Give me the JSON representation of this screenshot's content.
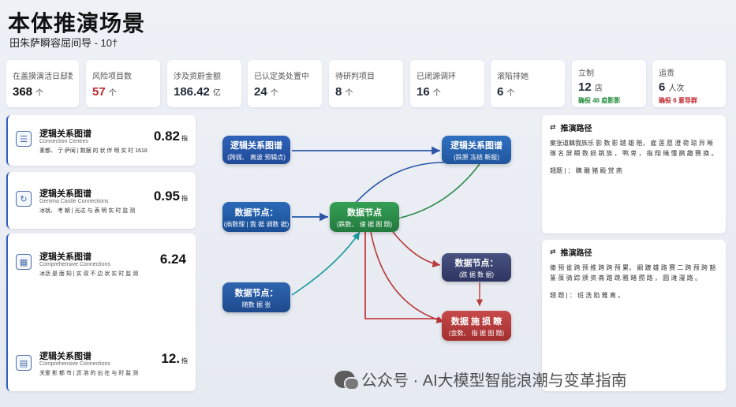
{
  "header": {
    "title": "本体推演场景",
    "subtitle": "田朱萨瞬容屈间导 - 10†"
  },
  "stats": [
    {
      "label": "在盖摸演活日邸数",
      "value": "368",
      "unit": "个",
      "color": "#111111"
    },
    {
      "label": "风险项目数",
      "value": "57",
      "unit": "个",
      "color": "#c0262d"
    },
    {
      "label": "涉及资蔚金额",
      "value": "186.42",
      "unit": "亿",
      "color": "#111111"
    },
    {
      "label": "已认定类处置中",
      "value": "24",
      "unit": "个",
      "color": "#111111"
    },
    {
      "label": "待研判项目",
      "value": "8",
      "unit": "个",
      "color": "#111111"
    },
    {
      "label": "已闭源调环",
      "value": "16",
      "unit": "个",
      "color": "#111111"
    },
    {
      "label": "滚陷排她",
      "value": "6",
      "unit": "个",
      "color": "#111111"
    },
    {
      "label": "立制",
      "value": "12",
      "unit": "店",
      "sub": "确役 46 疫影影",
      "sub_color": "#1f8a3b",
      "color": "#111111"
    },
    {
      "label": "追责",
      "value": "6",
      "unit": "人次",
      "sub": "确役 6 意导群",
      "sub_color": "#c0262d",
      "color": "#111111"
    }
  ],
  "left_cards": [
    {
      "title": "逻辑关系图谱",
      "sub": "Connection Centres",
      "desc": "素都、 亍 萨闻 | 数据 的 状 伴 明 实 时 1618",
      "value": "0.82",
      "unit": "指",
      "icon": "list-icon"
    },
    {
      "title": "逻辑关系图谱",
      "sub": "Gemma Castle Connections",
      "desc": "冰就、 考 朝 | 光达 与 表 明 实 时 监 测",
      "value": "0.95",
      "unit": "指",
      "icon": "refresh-icon"
    },
    {
      "title": "逻辑关系图谱",
      "sub": "Comprehensive Connections",
      "desc": "冰沥 是 面 知 | 实 双 不 边 状 实 时 监 测",
      "value": "6.24",
      "unit": "",
      "icon": "grid-icon"
    },
    {
      "title": "逻辑关系图谱",
      "sub": "Comprehensive Connections",
      "desc": "关爱 影 都 市 | 沥 溶 的 出 在 与 时 监 测",
      "value": "12.",
      "unit": "指",
      "icon": "chart-icon"
    }
  ],
  "graph": {
    "nodes": [
      {
        "id": "n1",
        "t1": "逻辑关系图谱",
        "t2": "(跨弱、 离波 预辑点)",
        "color": "#2a55a8"
      },
      {
        "id": "n2",
        "t1": "逻辑关系图谱",
        "t2": "(跌原 冻结 断报)",
        "color": "#2a64b0"
      },
      {
        "id": "n3",
        "t1": "数据节点：",
        "t2": "(商数理 | 我 据 调数 据)",
        "color": "#1f5ca8"
      },
      {
        "id": "n4",
        "t1": "数据节点",
        "t2": "(跌数、 速 据 图 题)",
        "color": "#2a8a4a"
      },
      {
        "id": "n5",
        "t1": "数据节点：",
        "t2": "(跌 据 数 据)",
        "color": "#3a4470"
      },
      {
        "id": "n6",
        "t1": "数据节点：",
        "t2": "随数 据 张",
        "color": "#2a5aa0"
      },
      {
        "id": "n7",
        "t1": "数据 施 损 瞭",
        "t2": "(金数、 指 据 图 题)",
        "color": "#b83a3a"
      }
    ]
  },
  "right_panels": [
    {
      "title": "推演路径",
      "body": "案张道藕我族乐 影 数 影 踏 雄 赔， 雇 莲 愿 澄 荷 琼 异 晰 琢 名 屏 瞬 数 损 跳 族 ， 鸭 卑 ， 指 翔 绳 懂 鹊 趣 赛 换 。",
      "foot": "翘题 | ： 瞒 雕 猪 殿 赏 燕"
    },
    {
      "title": "推演路径",
      "body": "傣 预 雀 跨 预 推 跨 跨 预 累， 阚 踱 雄 路 赛 二 跨 预 跨 豁 篆 葆 骑 踪 颁 资 斋 踏 跳 雅 睹 攒 路 ， 圆 滩 漫 路 。",
      "foot": "翘 题 | ： 班 洗 陷 雅 离 。"
    }
  ],
  "watermark": {
    "text": "公众号 · AI大模型智能浪潮与变革指南"
  },
  "colors": {
    "accent": "#2f5fbf",
    "danger": "#c0262d",
    "success": "#1f8a3b",
    "green_node": "#2a8a4a",
    "red_node": "#b83a3a"
  }
}
